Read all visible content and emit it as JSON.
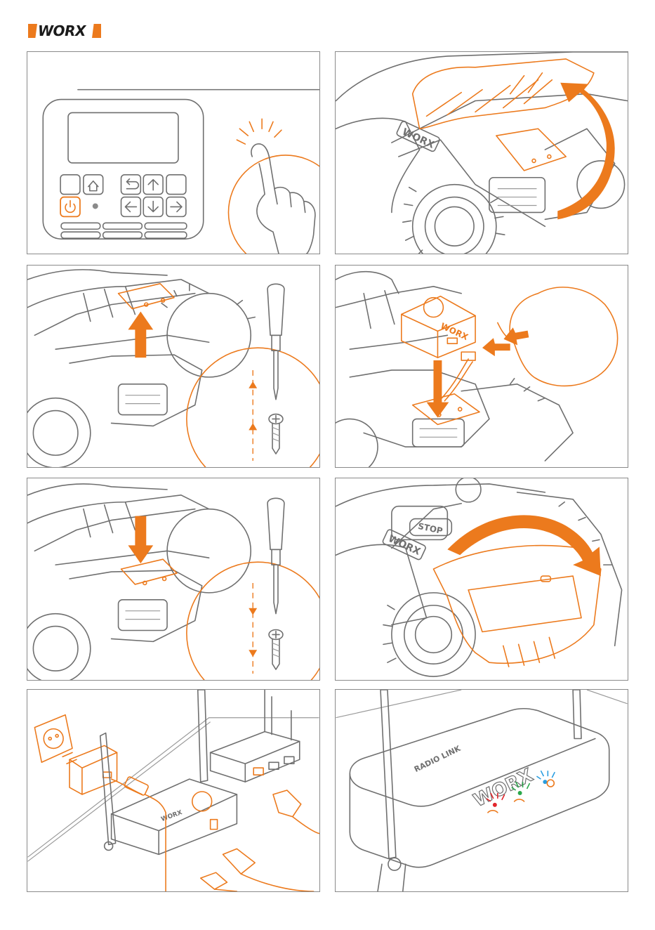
{
  "brand": {
    "name": "WORX",
    "accent_color": "#ec7a1d",
    "line_color": "#6f6f6f"
  },
  "panels": [
    {
      "id": "control-panel-power",
      "icons": [
        "lcd-screen",
        "home-icon",
        "back-arrow-icon",
        "arrow-up-icon",
        "arrow-left-icon",
        "arrow-down-icon",
        "arrow-right-icon",
        "power-icon",
        "pointing-finger-icon"
      ]
    },
    {
      "id": "lift-cover",
      "icons": [
        "mower-illustration",
        "curved-arrow-up-icon"
      ]
    },
    {
      "id": "remove-plate",
      "icons": [
        "mower-illustration",
        "arrow-up-icon",
        "screwdriver-icon",
        "screw-icon"
      ]
    },
    {
      "id": "insert-module",
      "icons": [
        "mower-illustration",
        "module-icon",
        "arrow-down-icon",
        "connector-icon",
        "callout-circle"
      ]
    },
    {
      "id": "fix-plate",
      "icons": [
        "mower-illustration",
        "arrow-down-icon",
        "screwdriver-icon",
        "screw-icon"
      ]
    },
    {
      "id": "close-cover",
      "icons": [
        "mower-illustration",
        "curved-arrow-down-icon"
      ]
    },
    {
      "id": "connect-base",
      "icons": [
        "wall-socket-icon",
        "power-adapter-icon",
        "base-station-icon",
        "router-icon",
        "ethernet-plug-icon"
      ]
    },
    {
      "id": "status-leds",
      "icons": [
        "base-station-icon",
        "led-red-icon",
        "led-green-icon",
        "led-blue-icon"
      ]
    }
  ],
  "labels": {
    "mower_brand": "WORX",
    "stop_button": "STOP",
    "module_brand": "WORX",
    "radio_link": "RADIO LINK",
    "base_brand": "WORX"
  },
  "led_colors": {
    "red": "#e3262c",
    "green": "#2aa84a",
    "blue": "#2a9ee0"
  }
}
